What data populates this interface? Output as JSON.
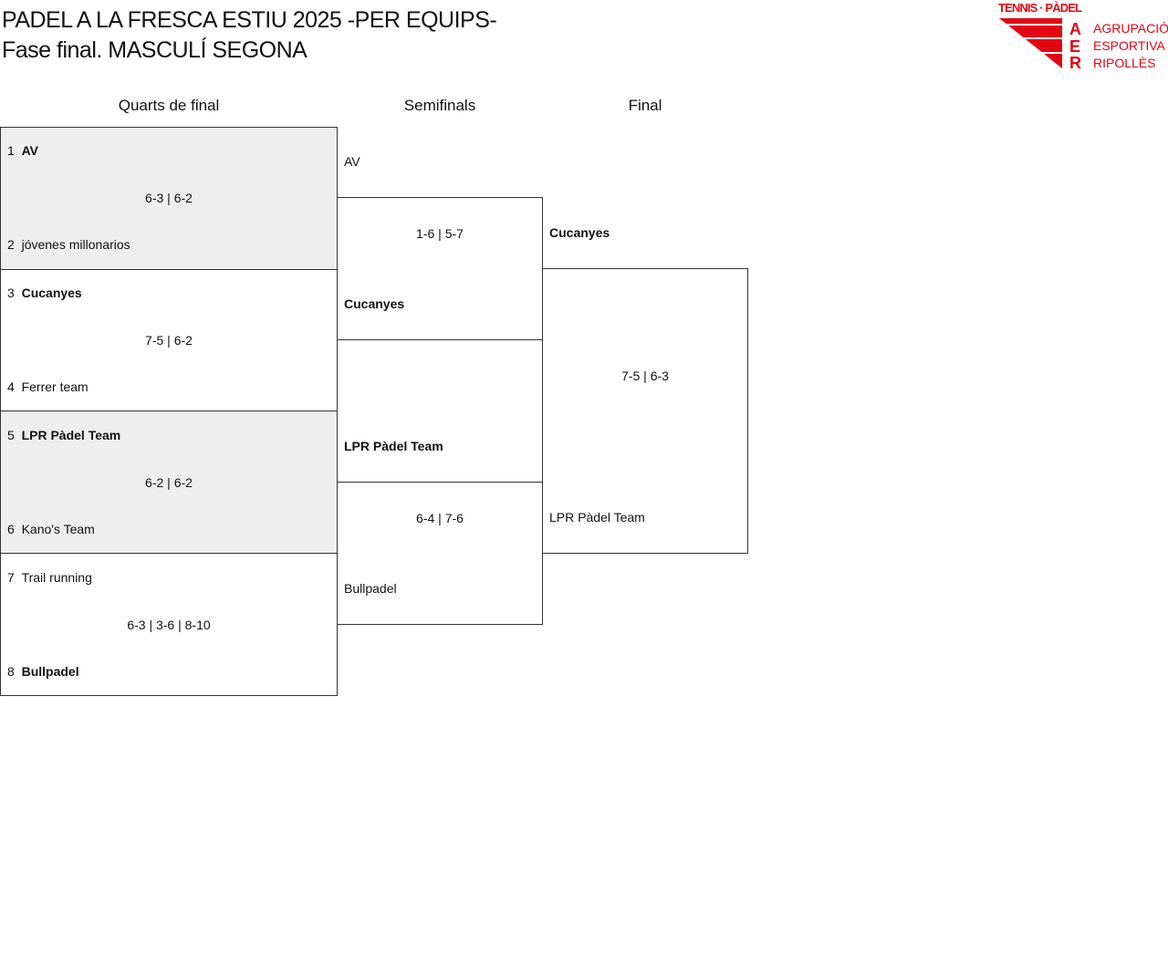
{
  "title_line1": "PADEL A LA FRESCA ESTIU 2025 -PER EQUIPS-",
  "title_line2": "Fase final. MASCULÍ SEGONA",
  "logo": {
    "top": "TENNIS PÀDEL",
    "letters": "AER",
    "line1": "AGRUPACIÓ",
    "line2": "ESPORTIVA",
    "line3": "RIPOLLÈS",
    "color": "#e30613"
  },
  "rounds": [
    "Quarts de final",
    "Semifinals",
    "Final"
  ],
  "quarters": [
    {
      "s1": "1",
      "t1": "AV",
      "s2": "2",
      "t2": "jóvenes millonarios",
      "score": "6-3 | 6-2"
    },
    {
      "s1": "3",
      "t1": "Cucanyes",
      "s2": "4",
      "t2": "Ferrer team",
      "score": "7-5 | 6-2"
    },
    {
      "s1": "5",
      "t1": "LPR Pàdel Team",
      "s2": "6",
      "t2": "Kano's Team",
      "score": "6-2 | 6-2"
    },
    {
      "s1": "7",
      "t1": "Trail running",
      "s2": "8",
      "t2": "Bullpadel",
      "score": "6-3 | 3-6 | 8-10"
    }
  ],
  "semis": [
    {
      "t1": "AV",
      "t2": "Cucanyes",
      "score": "1-6 | 5-7"
    },
    {
      "t1": "LPR Pàdel Team",
      "t2": "Bullpadel",
      "score": "6-4 | 7-6"
    }
  ],
  "final": {
    "t1": "Cucanyes",
    "t2": "LPR Pàdel Team",
    "score": "7-5 | 6-3"
  }
}
